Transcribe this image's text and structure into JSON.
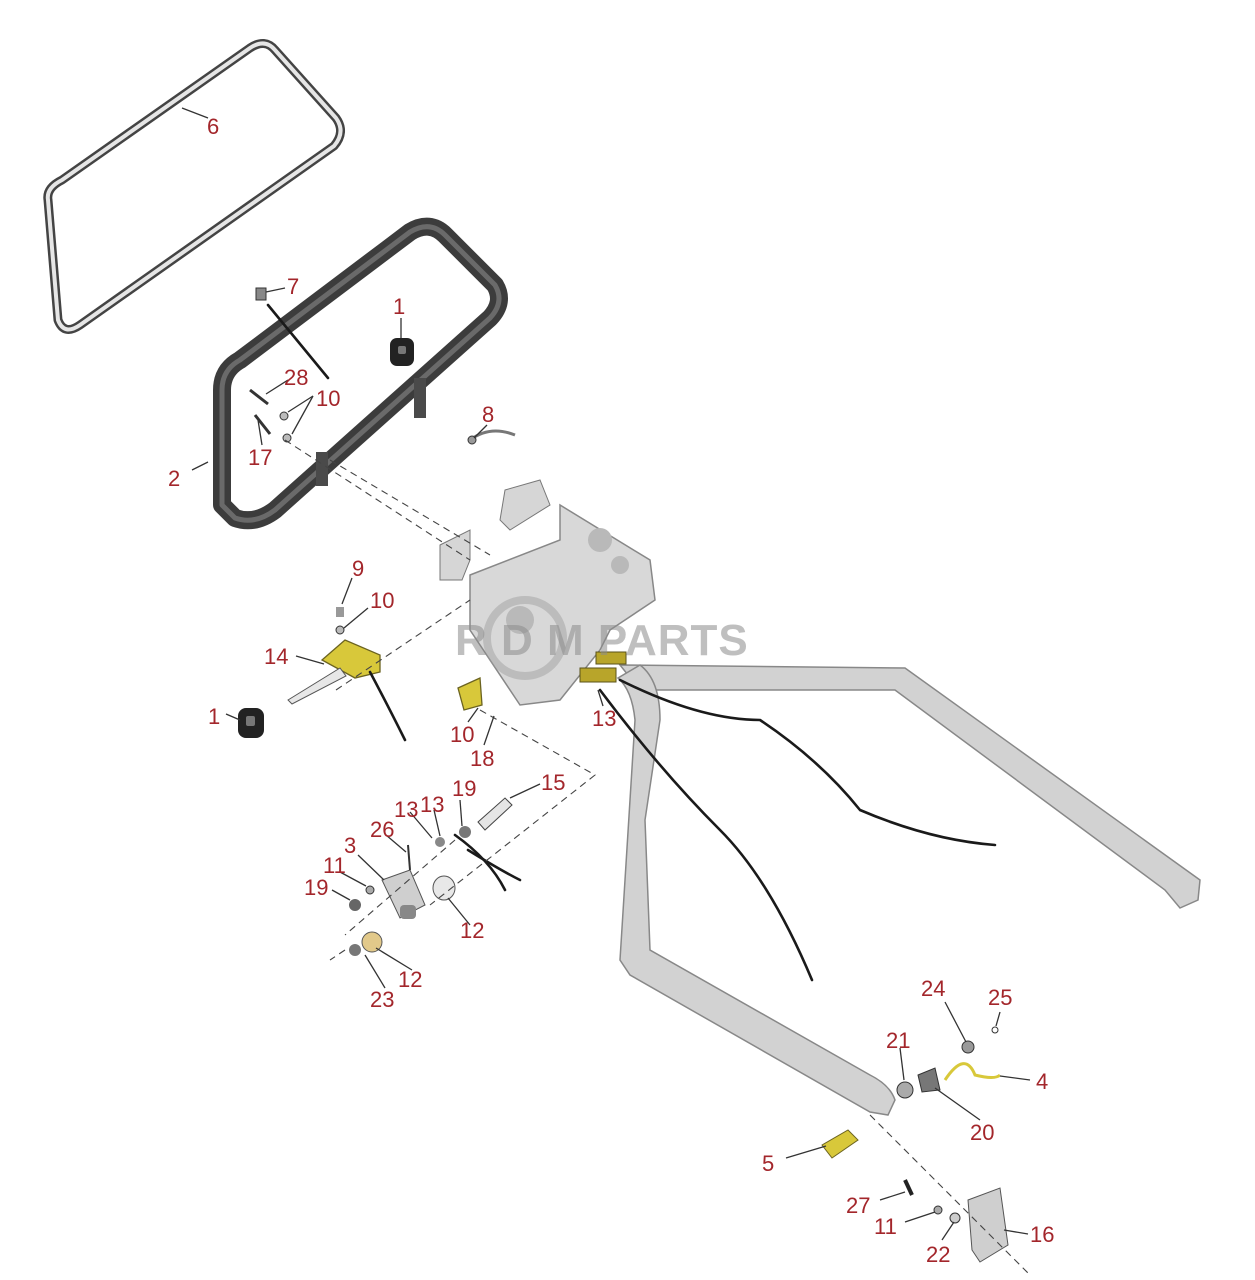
{
  "watermark": {
    "text": "R  D  M PARTS"
  },
  "callouts": {
    "c1a": "1",
    "c1b": "1",
    "c2": "2",
    "c3": "3",
    "c4": "4",
    "c5": "5",
    "c6": "6",
    "c7": "7",
    "c8": "8",
    "c9": "9",
    "c10a": "10",
    "c10b": "10",
    "c10c": "10",
    "c11a": "11",
    "c11b": "11",
    "c12a": "12",
    "c12b": "12",
    "c13a": "13",
    "c13b": "13",
    "c13c": "13",
    "c14": "14",
    "c15": "15",
    "c16": "16",
    "c17": "17",
    "c18": "18",
    "c19a": "19",
    "c19b": "19",
    "c20": "20",
    "c21": "21",
    "c22": "22",
    "c23": "23",
    "c24": "24",
    "c25": "25",
    "c26": "26",
    "c27": "27",
    "c28": "28"
  },
  "colors": {
    "callout_text": "#a3262b",
    "handle_grey": "#cfcfcf",
    "bar_dark": "#3c3c3c",
    "bracket_yellow": "#d8c83a",
    "cable": "#1a1a1a"
  }
}
